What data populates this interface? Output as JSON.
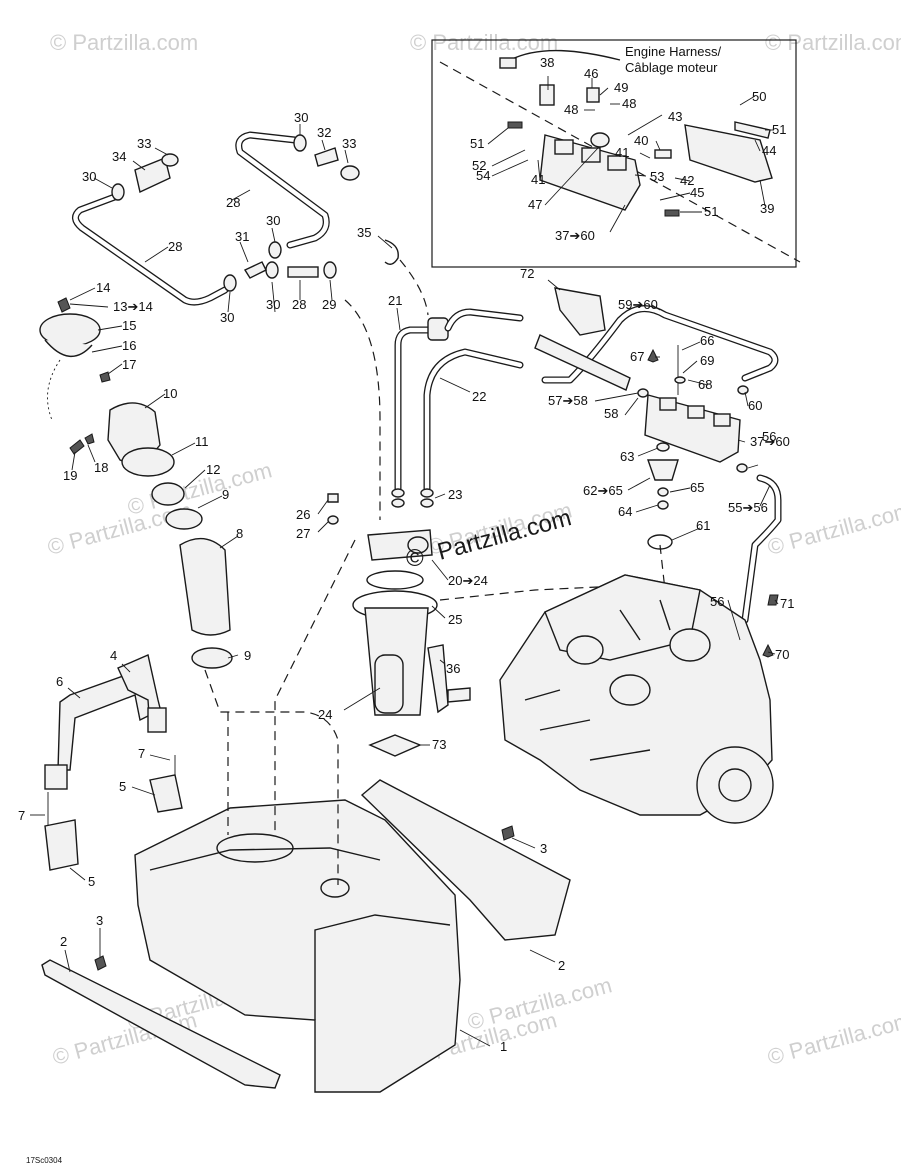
{
  "watermarks": [
    "© Partzilla.com",
    "© Partzilla.com",
    "© Partzilla.com",
    "© Partzilla.com",
    "© Partzilla.com",
    "© Partzilla.com",
    "© Partzilla.com",
    "© Partzilla.com",
    "© Partzilla.com",
    "© Partzilla.com",
    "© Partzilla.com",
    "© Partzilla.com"
  ],
  "center_watermark": "Partzilla.com",
  "inset_title_line1": "Engine Harness/",
  "inset_title_line2": "Câblage moteur",
  "drawing_code": "17Sc0304",
  "callouts": [
    {
      "id": "c1",
      "text": "1"
    },
    {
      "id": "c2a",
      "text": "2"
    },
    {
      "id": "c2b",
      "text": "2"
    },
    {
      "id": "c3a",
      "text": "3"
    },
    {
      "id": "c3b",
      "text": "3"
    },
    {
      "id": "c4",
      "text": "4"
    },
    {
      "id": "c5a",
      "text": "5"
    },
    {
      "id": "c5b",
      "text": "5"
    },
    {
      "id": "c6",
      "text": "6"
    },
    {
      "id": "c7a",
      "text": "7"
    },
    {
      "id": "c7b",
      "text": "7"
    },
    {
      "id": "c8",
      "text": "8"
    },
    {
      "id": "c9a",
      "text": "9"
    },
    {
      "id": "c9b",
      "text": "9"
    },
    {
      "id": "c10",
      "text": "10"
    },
    {
      "id": "c11",
      "text": "11"
    },
    {
      "id": "c12",
      "text": "12"
    },
    {
      "id": "c13",
      "text": "13➔14"
    },
    {
      "id": "c14",
      "text": "14"
    },
    {
      "id": "c15",
      "text": "15"
    },
    {
      "id": "c16",
      "text": "16"
    },
    {
      "id": "c17",
      "text": "17"
    },
    {
      "id": "c18",
      "text": "18"
    },
    {
      "id": "c19",
      "text": "19"
    },
    {
      "id": "c20",
      "text": "20➔24"
    },
    {
      "id": "c21",
      "text": "21"
    },
    {
      "id": "c22",
      "text": "22"
    },
    {
      "id": "c23",
      "text": "23"
    },
    {
      "id": "c24",
      "text": "24"
    },
    {
      "id": "c25",
      "text": "25"
    },
    {
      "id": "c26",
      "text": "26"
    },
    {
      "id": "c27",
      "text": "27"
    },
    {
      "id": "c28a",
      "text": "28"
    },
    {
      "id": "c28b",
      "text": "28"
    },
    {
      "id": "c28c",
      "text": "28"
    },
    {
      "id": "c29",
      "text": "29"
    },
    {
      "id": "c30a",
      "text": "30"
    },
    {
      "id": "c30b",
      "text": "30"
    },
    {
      "id": "c30c",
      "text": "30"
    },
    {
      "id": "c30d",
      "text": "30"
    },
    {
      "id": "c30e",
      "text": "30"
    },
    {
      "id": "c31",
      "text": "31"
    },
    {
      "id": "c32",
      "text": "32"
    },
    {
      "id": "c33a",
      "text": "33"
    },
    {
      "id": "c33b",
      "text": "33"
    },
    {
      "id": "c34",
      "text": "34"
    },
    {
      "id": "c35",
      "text": "35"
    },
    {
      "id": "c36",
      "text": "36"
    },
    {
      "id": "c37a",
      "text": "37➔60"
    },
    {
      "id": "c37b",
      "text": "37➔60"
    },
    {
      "id": "c38",
      "text": "38"
    },
    {
      "id": "c39",
      "text": "39"
    },
    {
      "id": "c40",
      "text": "40"
    },
    {
      "id": "c41a",
      "text": "41"
    },
    {
      "id": "c41b",
      "text": "41"
    },
    {
      "id": "c42",
      "text": "42"
    },
    {
      "id": "c43",
      "text": "43"
    },
    {
      "id": "c44",
      "text": "44"
    },
    {
      "id": "c45",
      "text": "45"
    },
    {
      "id": "c46",
      "text": "46"
    },
    {
      "id": "c47",
      "text": "47"
    },
    {
      "id": "c48a",
      "text": "48"
    },
    {
      "id": "c48b",
      "text": "48"
    },
    {
      "id": "c49",
      "text": "49"
    },
    {
      "id": "c50",
      "text": "50"
    },
    {
      "id": "c51a",
      "text": "51"
    },
    {
      "id": "c51b",
      "text": "51"
    },
    {
      "id": "c51c",
      "text": "51"
    },
    {
      "id": "c52",
      "text": "52"
    },
    {
      "id": "c53",
      "text": "53"
    },
    {
      "id": "c54",
      "text": "54"
    },
    {
      "id": "c55",
      "text": "55➔56"
    },
    {
      "id": "c56a",
      "text": "56"
    },
    {
      "id": "c56b",
      "text": "56"
    },
    {
      "id": "c57",
      "text": "57➔58"
    },
    {
      "id": "c58",
      "text": "58"
    },
    {
      "id": "c59",
      "text": "59➔60"
    },
    {
      "id": "c60",
      "text": "60"
    },
    {
      "id": "c61",
      "text": "61"
    },
    {
      "id": "c62",
      "text": "62➔65"
    },
    {
      "id": "c63",
      "text": "63"
    },
    {
      "id": "c64",
      "text": "64"
    },
    {
      "id": "c65",
      "text": "65"
    },
    {
      "id": "c66",
      "text": "66"
    },
    {
      "id": "c67",
      "text": "67"
    },
    {
      "id": "c68",
      "text": "68"
    },
    {
      "id": "c69",
      "text": "69"
    },
    {
      "id": "c70",
      "text": "70"
    },
    {
      "id": "c71",
      "text": "71"
    },
    {
      "id": "c72",
      "text": "72"
    },
    {
      "id": "c73",
      "text": "73"
    }
  ]
}
